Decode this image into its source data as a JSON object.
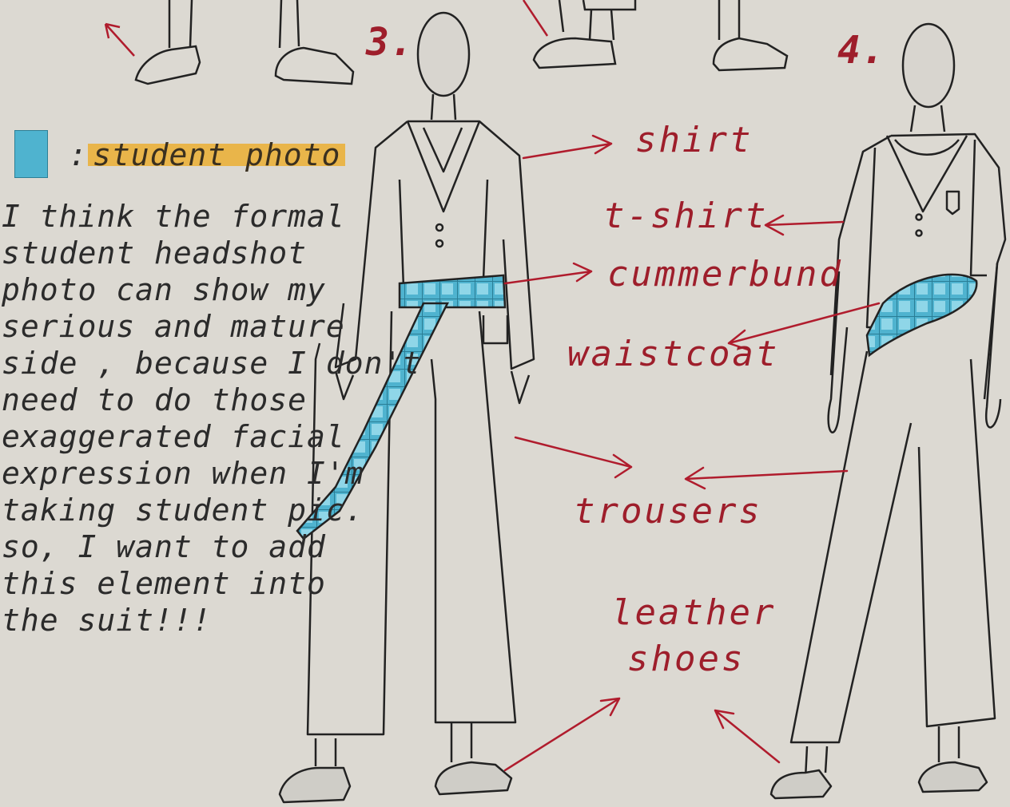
{
  "figure_numbers": {
    "outfit_3": "3.",
    "outfit_4": "4."
  },
  "legend": {
    "swatch_color": "#4fb3cf",
    "separator": ":",
    "text": "student photo"
  },
  "note_lines": [
    "I think the formal",
    "student headshot",
    "photo can show my",
    "serious and mature",
    "side , because I don't",
    "need to do those",
    "exaggerated facial",
    "expression when I'm",
    "taking student pic.",
    "so, I want to add",
    "this element into",
    "the suit!!!"
  ],
  "labels": {
    "shirt": "shirt",
    "tshirt": "t-shirt",
    "cummerbund": "cummerbund",
    "waistcoat": "waistcoat",
    "trousers": "trousers",
    "leather_shoes_1": "leather",
    "leather_shoes_2": "shoes"
  },
  "colors": {
    "paper": "#dcd9d2",
    "ink": "#2b2b2b",
    "annotation": "#9e1e2b",
    "tartan_blue": "#4fb3cf",
    "highlighter": "#e9b54a"
  }
}
